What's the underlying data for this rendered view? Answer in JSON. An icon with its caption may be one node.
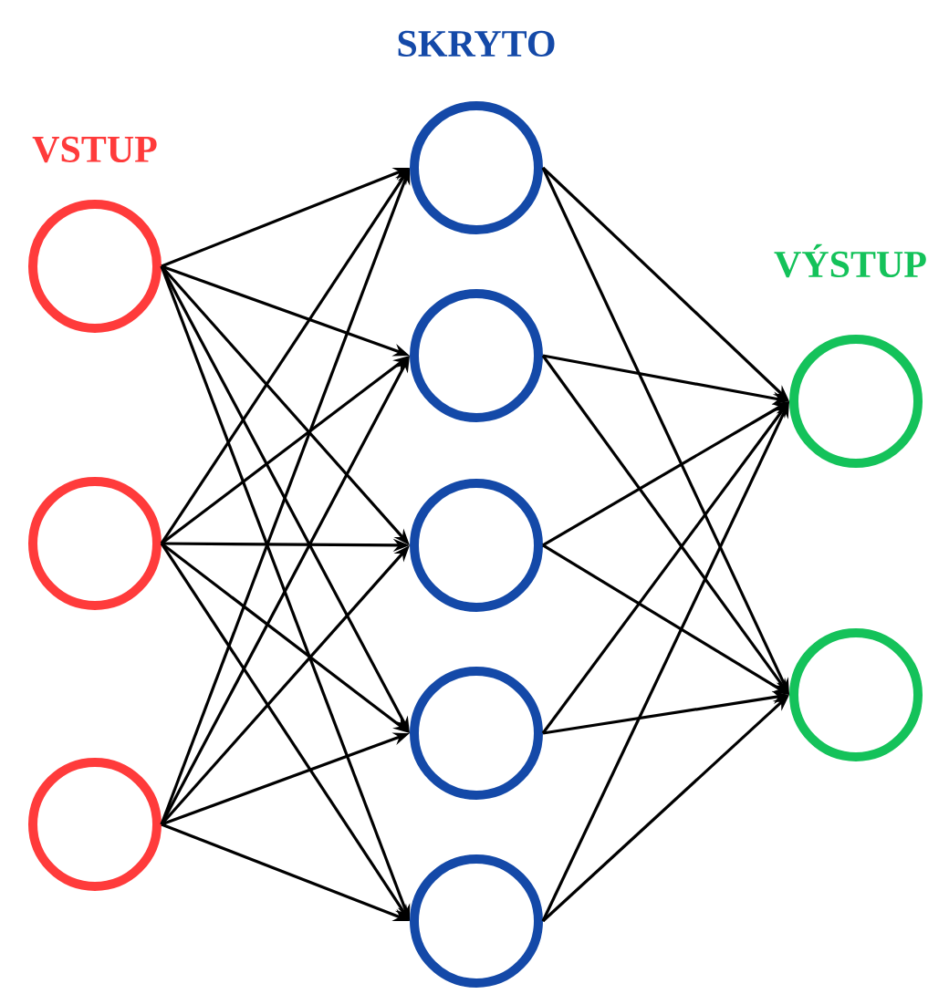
{
  "diagram": {
    "nodes": [
      {
        "text": [],
        "shape": "circle"
      },
      {
        "text": [],
        "shape": "circle"
      },
      {
        "text": [],
        "shape": "circle"
      },
      {
        "text": [],
        "shape": "circle"
      },
      {
        "text": [],
        "shape": "circle"
      },
      {
        "text": [],
        "shape": "circle"
      },
      {
        "text": [],
        "shape": "circle"
      },
      {
        "text": [],
        "shape": "circle"
      },
      {
        "text": [],
        "shape": "circle"
      },
      {
        "text": [],
        "shape": "circle"
      }
    ],
    "edges": [
      {
        "from": 0,
        "to": 3,
        "arrow": "to"
      },
      {
        "from": 0,
        "to": 4,
        "arrow": "to"
      },
      {
        "from": 0,
        "to": 5,
        "arrow": "to"
      },
      {
        "from": 0,
        "to": 6,
        "arrow": "to"
      },
      {
        "from": 0,
        "to": 7,
        "arrow": "to"
      },
      {
        "from": 1,
        "to": 3,
        "arrow": "to"
      },
      {
        "from": 1,
        "to": 4,
        "arrow": "to"
      },
      {
        "from": 1,
        "to": 5,
        "arrow": "to"
      },
      {
        "from": 1,
        "to": 6,
        "arrow": "to"
      },
      {
        "from": 1,
        "to": 7,
        "arrow": "to"
      },
      {
        "from": 2,
        "to": 3,
        "arrow": "to"
      },
      {
        "from": 2,
        "to": 4,
        "arrow": "to"
      },
      {
        "from": 2,
        "to": 5,
        "arrow": "to"
      },
      {
        "from": 2,
        "to": 6,
        "arrow": "to"
      },
      {
        "from": 2,
        "to": 7,
        "arrow": "to"
      },
      {
        "from": 3,
        "to": 8,
        "arrow": "to"
      },
      {
        "from": 3,
        "to": 9,
        "arrow": "to"
      },
      {
        "from": 4,
        "to": 8,
        "arrow": "to"
      },
      {
        "from": 4,
        "to": 9,
        "arrow": "to"
      },
      {
        "from": 5,
        "to": 8,
        "arrow": "to"
      },
      {
        "from": 5,
        "to": 9,
        "arrow": "to"
      },
      {
        "from": 6,
        "to": 8,
        "arrow": "to"
      },
      {
        "from": 6,
        "to": 9,
        "arrow": "to"
      },
      {
        "from": 7,
        "to": 8,
        "arrow": "to"
      },
      {
        "from": 7,
        "to": 9,
        "arrow": "to"
      }
    ],
    "labels": [
      "VSTUP",
      "SKRYTO",
      "VÝSTUP"
    ]
  }
}
